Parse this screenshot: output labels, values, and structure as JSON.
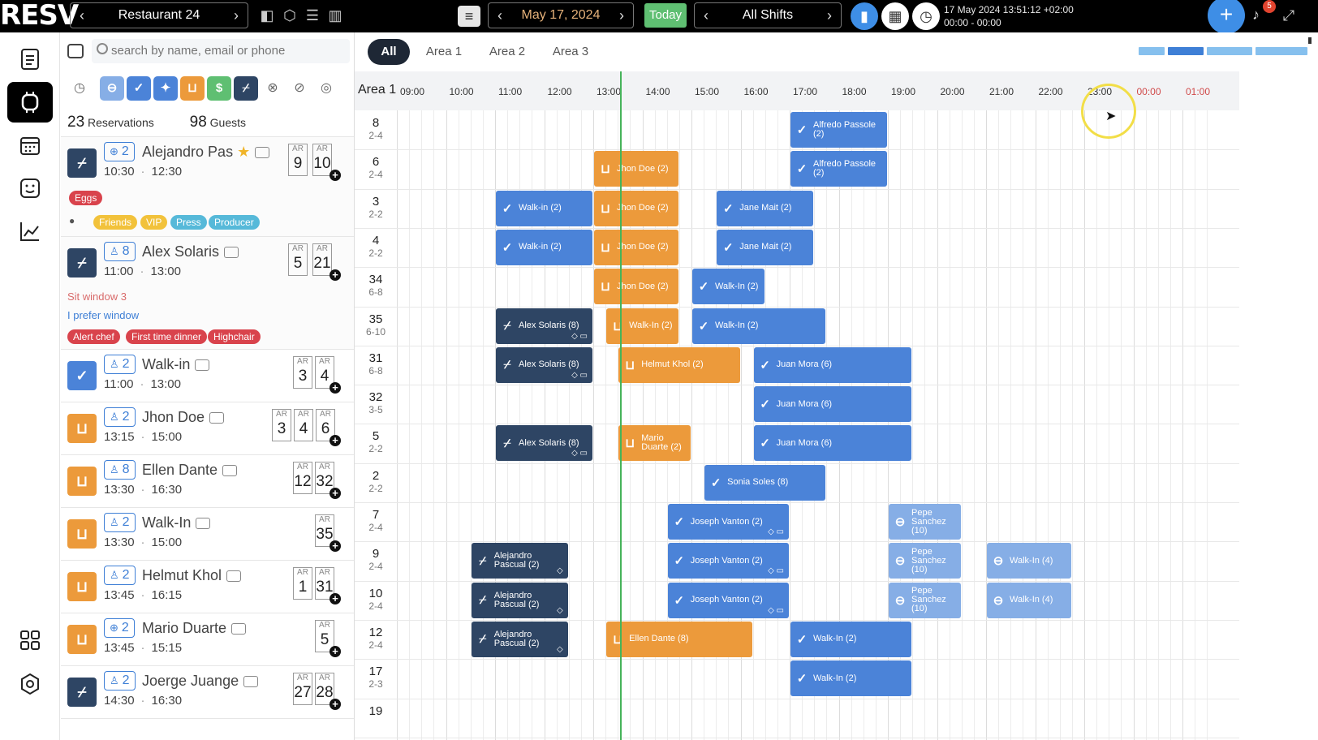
{
  "topbar": {
    "logo": "RESV",
    "restaurant": "Restaurant 24",
    "date": "May 17, 2024",
    "today_label": "Today",
    "shift": "All Shifts",
    "datetime_line1": "17 May 2024 13:51:12 +02:00",
    "datetime_line2": "00:00 - 00:00",
    "notification_count": "5",
    "plus_label": "+"
  },
  "search": {
    "placeholder": "search by name, email or phone"
  },
  "counts": {
    "reservations_num": "23",
    "reservations_label": "Reservations",
    "guests_num": "98",
    "guests_label": "Guests"
  },
  "reservations": [
    {
      "name": "Alejandro Pas",
      "party": "2",
      "time_start": "10:30",
      "time_end": "12:30",
      "tables": [
        "9",
        "10"
      ],
      "notes": [
        "Eggs"
      ],
      "tags": [
        "Friends",
        "VIP",
        "Press",
        "Producer"
      ]
    },
    {
      "name": "Alex Solaris",
      "party": "8",
      "time_start": "11:00",
      "time_end": "13:00",
      "tables": [
        "5",
        "21"
      ],
      "note_red": "Sit window 3",
      "note_blue": "I prefer window",
      "tags": [
        "Alert chef",
        "First time dinner",
        "Highchair"
      ]
    },
    {
      "name": "Walk-in",
      "party": "2",
      "time_start": "11:00",
      "time_end": "13:00",
      "tables": [
        "3",
        "4"
      ]
    },
    {
      "name": "Jhon Doe",
      "party": "2",
      "time_start": "13:15",
      "time_end": "15:00",
      "tables": [
        "3",
        "4",
        "6"
      ]
    },
    {
      "name": "Ellen Dante",
      "party": "8",
      "time_start": "13:30",
      "time_end": "16:30",
      "tables": [
        "12",
        "32"
      ]
    },
    {
      "name": "Walk-In",
      "party": "2",
      "time_start": "13:30",
      "time_end": "15:00",
      "tables": [
        "35"
      ]
    },
    {
      "name": "Helmut Khol",
      "party": "2",
      "time_start": "13:45",
      "time_end": "16:15",
      "tables": [
        "1",
        "31"
      ]
    },
    {
      "name": "Mario Duarte",
      "party": "2",
      "time_start": "13:45",
      "time_end": "15:15",
      "tables": [
        "5"
      ]
    },
    {
      "name": "Joerge Juange",
      "party": "2",
      "time_start": "14:30",
      "time_end": "16:30",
      "tables": [
        "27",
        "28"
      ]
    }
  ],
  "table_ar": "AR",
  "timeline": {
    "tabs": [
      "All",
      "Area 1",
      "Area 2",
      "Area 3"
    ],
    "area_label": "Area 1",
    "hours": [
      "09:00",
      "10:00",
      "11:00",
      "12:00",
      "13:00",
      "14:00",
      "15:00",
      "16:00",
      "17:00",
      "18:00",
      "19:00",
      "20:00",
      "21:00",
      "22:00",
      "23:00",
      "00:00",
      "01:00"
    ],
    "rows": [
      {
        "table": "8",
        "cap": "2-4"
      },
      {
        "table": "6",
        "cap": "2-4"
      },
      {
        "table": "3",
        "cap": "2-2"
      },
      {
        "table": "4",
        "cap": "2-2"
      },
      {
        "table": "34",
        "cap": "6-8"
      },
      {
        "table": "35",
        "cap": "6-10"
      },
      {
        "table": "31",
        "cap": "6-8"
      },
      {
        "table": "32",
        "cap": "3-5"
      },
      {
        "table": "5",
        "cap": "2-2"
      },
      {
        "table": "2",
        "cap": "2-2"
      },
      {
        "table": "7",
        "cap": "2-4"
      },
      {
        "table": "9",
        "cap": "2-4"
      },
      {
        "table": "10",
        "cap": "2-4"
      },
      {
        "table": "12",
        "cap": "2-4"
      },
      {
        "table": "17",
        "cap": "2-3"
      },
      {
        "table": "19",
        "cap": ""
      }
    ],
    "bookings": [
      {
        "row": 0,
        "start": 17.0,
        "end": 19.0,
        "kind": "blue",
        "label": "Alfredo Passole (2)"
      },
      {
        "row": 1,
        "start": 13.0,
        "end": 14.75,
        "kind": "orange",
        "label": "Jhon Doe (2)"
      },
      {
        "row": 1,
        "start": 17.0,
        "end": 19.0,
        "kind": "blue",
        "label": "Alfredo Passole (2)"
      },
      {
        "row": 2,
        "start": 11.0,
        "end": 13.0,
        "kind": "blue",
        "label": "Walk-in (2)"
      },
      {
        "row": 2,
        "start": 13.0,
        "end": 14.75,
        "kind": "orange",
        "label": "Jhon Doe (2)"
      },
      {
        "row": 2,
        "start": 15.5,
        "end": 17.5,
        "kind": "blue",
        "label": "Jane Mait (2)"
      },
      {
        "row": 3,
        "start": 11.0,
        "end": 13.0,
        "kind": "blue",
        "label": "Walk-in (2)"
      },
      {
        "row": 3,
        "start": 13.0,
        "end": 14.75,
        "kind": "orange",
        "label": "Jhon Doe (2)"
      },
      {
        "row": 3,
        "start": 15.5,
        "end": 17.5,
        "kind": "blue",
        "label": "Jane Mait (2)"
      },
      {
        "row": 4,
        "start": 13.0,
        "end": 14.75,
        "kind": "orange",
        "label": "Jhon Doe (2)"
      },
      {
        "row": 4,
        "start": 15.0,
        "end": 16.5,
        "kind": "blue",
        "label": "Walk-In (2)"
      },
      {
        "row": 5,
        "start": 11.0,
        "end": 13.0,
        "kind": "navy",
        "label": "Alex Solaris (8)",
        "extra": "◇ ▭"
      },
      {
        "row": 5,
        "start": 13.25,
        "end": 14.75,
        "kind": "orange",
        "label": "Walk-In (2)"
      },
      {
        "row": 5,
        "start": 15.0,
        "end": 17.75,
        "kind": "blue",
        "label": "Walk-In (2)"
      },
      {
        "row": 6,
        "start": 11.0,
        "end": 13.0,
        "kind": "navy",
        "label": "Alex Solaris (8)",
        "extra": "◇ ▭"
      },
      {
        "row": 6,
        "start": 13.5,
        "end": 16.0,
        "kind": "orange",
        "label": "Helmut Khol (2)"
      },
      {
        "row": 6,
        "start": 16.25,
        "end": 19.5,
        "kind": "blue",
        "label": "Juan Mora (6)"
      },
      {
        "row": 7,
        "start": 16.25,
        "end": 19.5,
        "kind": "blue",
        "label": "Juan Mora (6)"
      },
      {
        "row": 8,
        "start": 11.0,
        "end": 13.0,
        "kind": "navy",
        "label": "Alex Solaris (8)",
        "extra": "◇ ▭"
      },
      {
        "row": 8,
        "start": 13.5,
        "end": 15.0,
        "kind": "orange",
        "label": "Mario Duarte (2)"
      },
      {
        "row": 8,
        "start": 16.25,
        "end": 19.5,
        "kind": "blue",
        "label": "Juan Mora (6)"
      },
      {
        "row": 9,
        "start": 15.25,
        "end": 17.75,
        "kind": "blue",
        "label": "Sonia Soles (8)"
      },
      {
        "row": 10,
        "start": 14.5,
        "end": 17.0,
        "kind": "blue",
        "label": "Joseph Vanton (2)",
        "extra": "◇ ▭"
      },
      {
        "row": 10,
        "start": 19.0,
        "end": 20.5,
        "kind": "light",
        "label": "Pepe Sanchez (10)"
      },
      {
        "row": 11,
        "start": 10.5,
        "end": 12.5,
        "kind": "navy",
        "label": "Alejandro Pascual (2)",
        "extra": "◇"
      },
      {
        "row": 11,
        "start": 14.5,
        "end": 17.0,
        "kind": "blue",
        "label": "Joseph Vanton (2)",
        "extra": "◇ ▭"
      },
      {
        "row": 11,
        "start": 19.0,
        "end": 20.5,
        "kind": "light",
        "label": "Pepe Sanchez (10)"
      },
      {
        "row": 11,
        "start": 21.0,
        "end": 22.75,
        "kind": "light",
        "label": "Walk-In (4)"
      },
      {
        "row": 12,
        "start": 10.5,
        "end": 12.5,
        "kind": "navy",
        "label": "Alejandro Pascual (2)",
        "extra": "◇"
      },
      {
        "row": 12,
        "start": 14.5,
        "end": 17.0,
        "kind": "blue",
        "label": "Joseph Vanton (2)",
        "extra": "◇ ▭"
      },
      {
        "row": 12,
        "start": 19.0,
        "end": 20.5,
        "kind": "light",
        "label": "Pepe Sanchez (10)"
      },
      {
        "row": 12,
        "start": 21.0,
        "end": 22.75,
        "kind": "light",
        "label": "Walk-In (4)"
      },
      {
        "row": 13,
        "start": 10.5,
        "end": 12.5,
        "kind": "navy",
        "label": "Alejandro Pascual (2)",
        "extra": "◇"
      },
      {
        "row": 13,
        "start": 13.25,
        "end": 16.25,
        "kind": "orange",
        "label": "Ellen Dante (8)"
      },
      {
        "row": 13,
        "start": 17.0,
        "end": 19.5,
        "kind": "blue",
        "label": "Walk-In (2)"
      },
      {
        "row": 14,
        "start": 17.0,
        "end": 19.5,
        "kind": "blue",
        "label": "Walk-In (2)"
      }
    ],
    "now_hour": 13.55
  },
  "colors": {
    "blue": "#4b83d8",
    "navy": "#2e4564",
    "orange": "#ec9a3b",
    "light": "#86aee6",
    "green": "#5fbf72"
  }
}
